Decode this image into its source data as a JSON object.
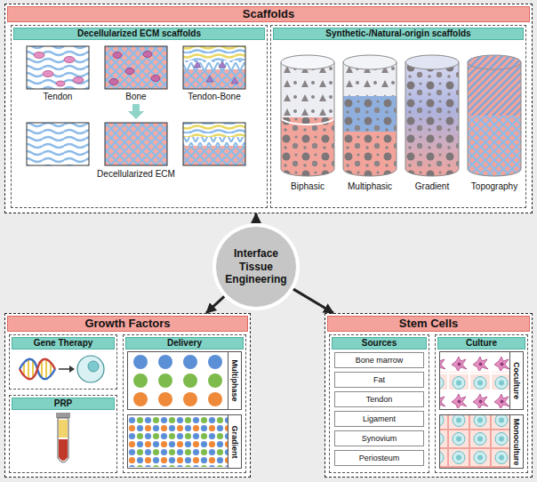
{
  "diagram": {
    "nodes": [
      {
        "text": [
          "Scaffolds"
        ]
      },
      {
        "text": [
          "Decellularized ECM scaffolds"
        ],
        "in": 0
      },
      {
        "text": [
          "Synthetic-/Natural-origin scaffolds"
        ],
        "in": 0
      },
      {
        "text": [
          "Interface Tissue Engineering"
        ]
      },
      {
        "text": [
          "Growth Factors"
        ]
      },
      {
        "text": [
          "Gene Therapy"
        ],
        "in": 4
      },
      {
        "text": [
          "PRP"
        ],
        "in": 4
      },
      {
        "text": [
          "Delivery"
        ],
        "in": 4
      },
      {
        "text": [
          "Multiphase"
        ],
        "in": 7
      },
      {
        "text": [
          "Gradient"
        ],
        "in": 7
      },
      {
        "text": [
          "Stem Cells"
        ]
      },
      {
        "text": [
          "Sources"
        ],
        "in": 10
      },
      {
        "text": [
          "Bone marrow"
        ],
        "in": 11
      },
      {
        "text": [
          "Fat"
        ],
        "in": 11
      },
      {
        "text": [
          "Tendon"
        ],
        "in": 11
      },
      {
        "text": [
          "Ligament"
        ],
        "in": 11
      },
      {
        "text": [
          "Synovium"
        ],
        "in": 11
      },
      {
        "text": [
          "Periosteum"
        ],
        "in": 11
      },
      {
        "text": [
          "Culture"
        ],
        "in": 10
      },
      {
        "text": [
          "Coculture"
        ],
        "in": 18
      },
      {
        "text": [
          "Monoculture"
        ],
        "in": 18
      }
    ],
    "edges": [
      {
        "from": 3,
        "to": 0,
        "arrow": "to"
      },
      {
        "from": 3,
        "to": 4,
        "arrow": "to"
      },
      {
        "from": 3,
        "to": 10,
        "arrow": "to"
      }
    ],
    "labels": [
      "Tendon",
      "Bone",
      "Tendon-Bone",
      "Decellularized ECM",
      "Biphasic",
      "Multiphasic",
      "Gradient",
      "Topography"
    ]
  }
}
